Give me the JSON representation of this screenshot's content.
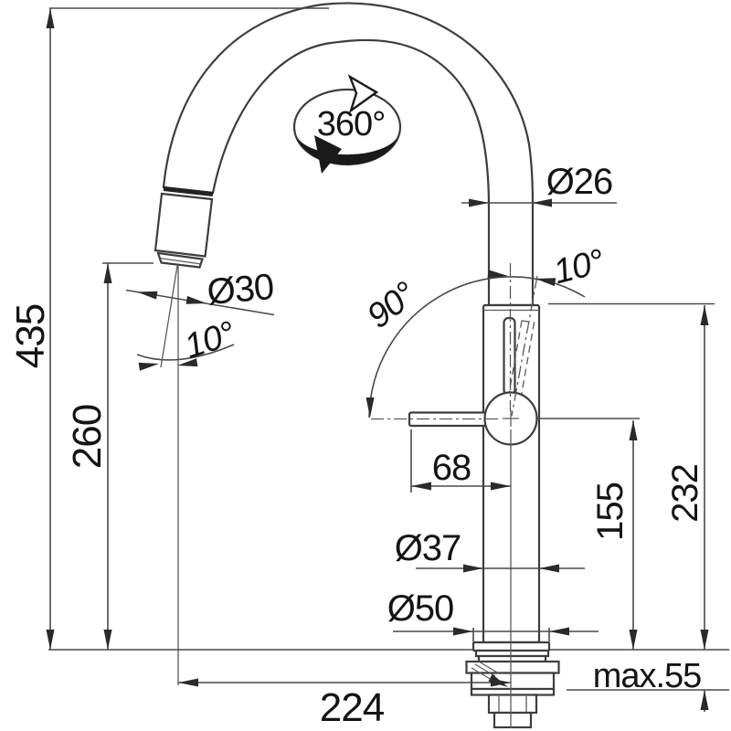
{
  "drawing": {
    "title": "faucet-installation-dimension-drawing",
    "dimensions": {
      "total_height": "435",
      "spout_outlet_height": "260",
      "spout_reach": "224",
      "body_height": "232",
      "lever_height": "155",
      "lever_offset": "68",
      "spout_tip_diameter": "Ø30",
      "spout_pipe_diameter": "Ø26",
      "body_diameter": "Ø37",
      "base_diameter": "Ø50",
      "max_mounting_thickness": "max.55"
    },
    "angles": {
      "spout_swivel": "360°",
      "lever_travel": "90°",
      "lever_tilt": "10°",
      "spout_tilt": "10°"
    }
  }
}
